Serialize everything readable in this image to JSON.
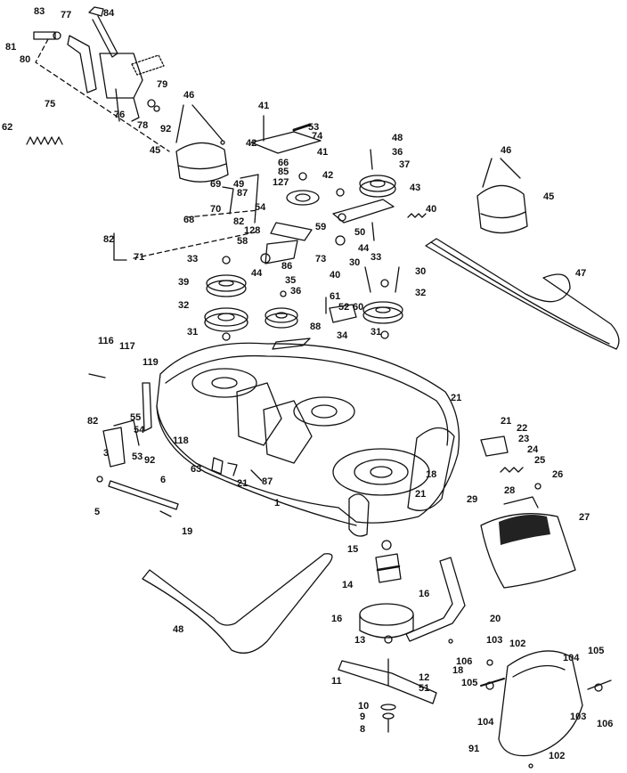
{
  "diagram": {
    "callouts": [
      {
        "id": "c83",
        "text": "83"
      },
      {
        "id": "c77",
        "text": "77"
      },
      {
        "id": "c84",
        "text": "84"
      },
      {
        "id": "c81",
        "text": "81"
      },
      {
        "id": "c80",
        "text": "80"
      },
      {
        "id": "c79",
        "text": "79"
      },
      {
        "id": "c75",
        "text": "75"
      },
      {
        "id": "c76",
        "text": "76"
      },
      {
        "id": "c78",
        "text": "78"
      },
      {
        "id": "c92a",
        "text": "92"
      },
      {
        "id": "c46a",
        "text": "46"
      },
      {
        "id": "c62",
        "text": "62"
      },
      {
        "id": "c45a",
        "text": "45"
      },
      {
        "id": "c41a",
        "text": "41"
      },
      {
        "id": "c53a",
        "text": "53"
      },
      {
        "id": "c42a",
        "text": "42"
      },
      {
        "id": "c74",
        "text": "74"
      },
      {
        "id": "c48",
        "text": "48"
      },
      {
        "id": "c36a",
        "text": "36"
      },
      {
        "id": "c37",
        "text": "37"
      },
      {
        "id": "c41b",
        "text": "41"
      },
      {
        "id": "c66",
        "text": "66"
      },
      {
        "id": "c85",
        "text": "85"
      },
      {
        "id": "c42b",
        "text": "42"
      },
      {
        "id": "c127",
        "text": "127"
      },
      {
        "id": "c43",
        "text": "43"
      },
      {
        "id": "c46b",
        "text": "46"
      },
      {
        "id": "c45b",
        "text": "45"
      },
      {
        "id": "c69",
        "text": "69"
      },
      {
        "id": "c49",
        "text": "49"
      },
      {
        "id": "c87a",
        "text": "87"
      },
      {
        "id": "c70",
        "text": "70"
      },
      {
        "id": "c54a",
        "text": "54"
      },
      {
        "id": "c82a",
        "text": "82"
      },
      {
        "id": "c68",
        "text": "68"
      },
      {
        "id": "c40a",
        "text": "40"
      },
      {
        "id": "c59",
        "text": "59"
      },
      {
        "id": "c50",
        "text": "50"
      },
      {
        "id": "c128",
        "text": "128"
      },
      {
        "id": "c44a",
        "text": "44"
      },
      {
        "id": "c82b",
        "text": "82"
      },
      {
        "id": "c58",
        "text": "58"
      },
      {
        "id": "c71",
        "text": "71"
      },
      {
        "id": "c73",
        "text": "73"
      },
      {
        "id": "c33a",
        "text": "33"
      },
      {
        "id": "c86",
        "text": "86"
      },
      {
        "id": "c40b",
        "text": "40"
      },
      {
        "id": "c44b",
        "text": "44"
      },
      {
        "id": "c30a",
        "text": "30"
      },
      {
        "id": "c33b",
        "text": "33"
      },
      {
        "id": "c30b",
        "text": "30"
      },
      {
        "id": "c47",
        "text": "47"
      },
      {
        "id": "c35",
        "text": "35"
      },
      {
        "id": "c39",
        "text": "39"
      },
      {
        "id": "c36b",
        "text": "36"
      },
      {
        "id": "c61",
        "text": "61"
      },
      {
        "id": "c32a",
        "text": "32"
      },
      {
        "id": "c52",
        "text": "52"
      },
      {
        "id": "c32b",
        "text": "32"
      },
      {
        "id": "c60",
        "text": "60"
      },
      {
        "id": "c31a",
        "text": "31"
      },
      {
        "id": "c88",
        "text": "88"
      },
      {
        "id": "c34",
        "text": "34"
      },
      {
        "id": "c31b",
        "text": "31"
      },
      {
        "id": "c116",
        "text": "116"
      },
      {
        "id": "c117",
        "text": "117"
      },
      {
        "id": "c119",
        "text": "119"
      },
      {
        "id": "c21a",
        "text": "21"
      },
      {
        "id": "c82c",
        "text": "82"
      },
      {
        "id": "c55",
        "text": "55"
      },
      {
        "id": "c54b",
        "text": "54"
      },
      {
        "id": "c118",
        "text": "118"
      },
      {
        "id": "c3",
        "text": "3"
      },
      {
        "id": "c53b",
        "text": "53"
      },
      {
        "id": "c92b",
        "text": "92"
      },
      {
        "id": "c21b",
        "text": "21"
      },
      {
        "id": "c22",
        "text": "22"
      },
      {
        "id": "c23",
        "text": "23"
      },
      {
        "id": "c24",
        "text": "24"
      },
      {
        "id": "c25",
        "text": "25"
      },
      {
        "id": "c18a",
        "text": "18"
      },
      {
        "id": "c63",
        "text": "63"
      },
      {
        "id": "c21c",
        "text": "21"
      },
      {
        "id": "c87b",
        "text": "87"
      },
      {
        "id": "c21d",
        "text": "21"
      },
      {
        "id": "c6",
        "text": "6"
      },
      {
        "id": "c26",
        "text": "26"
      },
      {
        "id": "c28",
        "text": "28"
      },
      {
        "id": "c29",
        "text": "29"
      },
      {
        "id": "c1",
        "text": "1"
      },
      {
        "id": "c5",
        "text": "5"
      },
      {
        "id": "c27",
        "text": "27"
      },
      {
        "id": "c19",
        "text": "19"
      },
      {
        "id": "c15",
        "text": "15"
      },
      {
        "id": "c14",
        "text": "14"
      },
      {
        "id": "c48b",
        "text": "48"
      },
      {
        "id": "c16a",
        "text": "16"
      },
      {
        "id": "c16b",
        "text": "16"
      },
      {
        "id": "c20",
        "text": "20"
      },
      {
        "id": "c13",
        "text": "13"
      },
      {
        "id": "c103a",
        "text": "103"
      },
      {
        "id": "c102a",
        "text": "102"
      },
      {
        "id": "c18b",
        "text": "18"
      },
      {
        "id": "c106a",
        "text": "106"
      },
      {
        "id": "c104a",
        "text": "104"
      },
      {
        "id": "c105a",
        "text": "105"
      },
      {
        "id": "c12",
        "text": "12"
      },
      {
        "id": "c51",
        "text": "51"
      },
      {
        "id": "c11",
        "text": "11"
      },
      {
        "id": "c105b",
        "text": "105"
      },
      {
        "id": "c10",
        "text": "10"
      },
      {
        "id": "c9",
        "text": "9"
      },
      {
        "id": "c104b",
        "text": "104"
      },
      {
        "id": "c103b",
        "text": "103"
      },
      {
        "id": "c106b",
        "text": "106"
      },
      {
        "id": "c8",
        "text": "8"
      },
      {
        "id": "c91",
        "text": "91"
      },
      {
        "id": "c102b",
        "text": "102"
      }
    ]
  }
}
